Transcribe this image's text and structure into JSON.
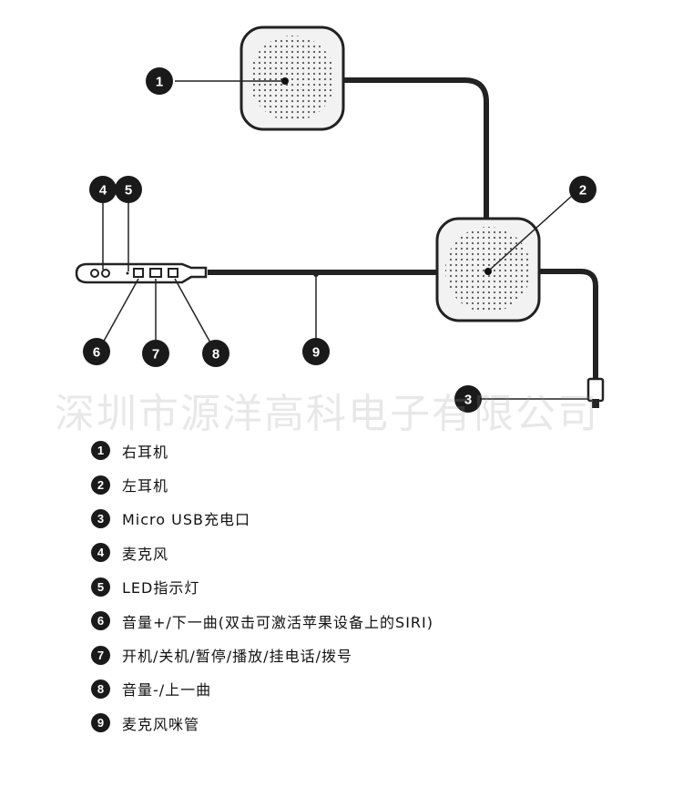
{
  "watermark": "深圳市源洋高科电子有限公司",
  "callouts": [
    "1",
    "2",
    "3",
    "4",
    "5",
    "6",
    "7",
    "8",
    "9"
  ],
  "legend": [
    {
      "num": "1",
      "text": "右耳机"
    },
    {
      "num": "2",
      "text": "左耳机"
    },
    {
      "num": "3",
      "text": "Micro USB充电口"
    },
    {
      "num": "4",
      "text": "麦克风"
    },
    {
      "num": "5",
      "text": "LED指示灯"
    },
    {
      "num": "6",
      "text": "音量+/下一曲(双击可激活苹果设备上的SIRI)"
    },
    {
      "num": "7",
      "text": "开机/关机/暂停/播放/挂电话/拨号"
    },
    {
      "num": "8",
      "text": "音量-/上一曲"
    },
    {
      "num": "9",
      "text": "麦克风咪管"
    }
  ],
  "colors": {
    "ink": "#1a1a1a",
    "cable": "#222222",
    "speaker_face": "#f2f2f2",
    "watermark": "#969696"
  }
}
